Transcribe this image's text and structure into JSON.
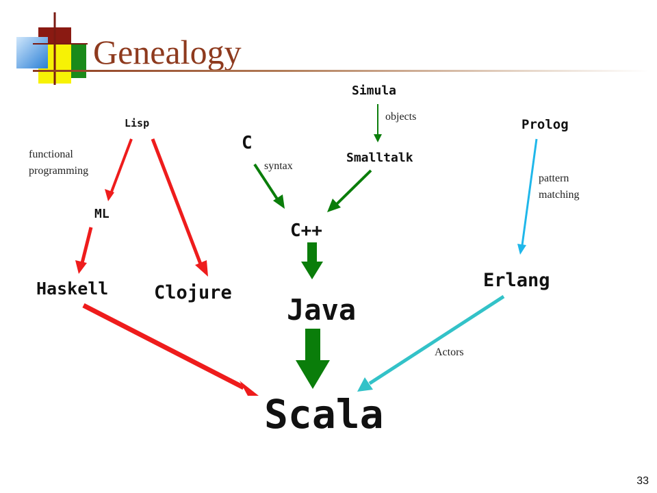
{
  "title": "Genealogy",
  "page_number": "33",
  "nodes": {
    "simula": "Simula",
    "lisp": "Lisp",
    "c": "C",
    "smalltalk": "Smalltalk",
    "prolog": "Prolog",
    "ml": "ML",
    "cpp": "C++",
    "haskell": "Haskell",
    "clojure": "Clojure",
    "erlang": "Erlang",
    "java": "Java",
    "scala": "Scala"
  },
  "edge_labels": {
    "objects": "objects",
    "syntax": "syntax",
    "functional_line1": "functional",
    "functional_line2": "programming",
    "pattern_line1": "pattern",
    "pattern_line2": "matching",
    "actors": "Actors"
  },
  "colors": {
    "title": "#8e3a1e",
    "red_arrow": "#ee1c1c",
    "green_arrow": "#0a7d0a",
    "blue_arrow": "#1fb7ea",
    "teal_arrow": "#33c2c8"
  }
}
